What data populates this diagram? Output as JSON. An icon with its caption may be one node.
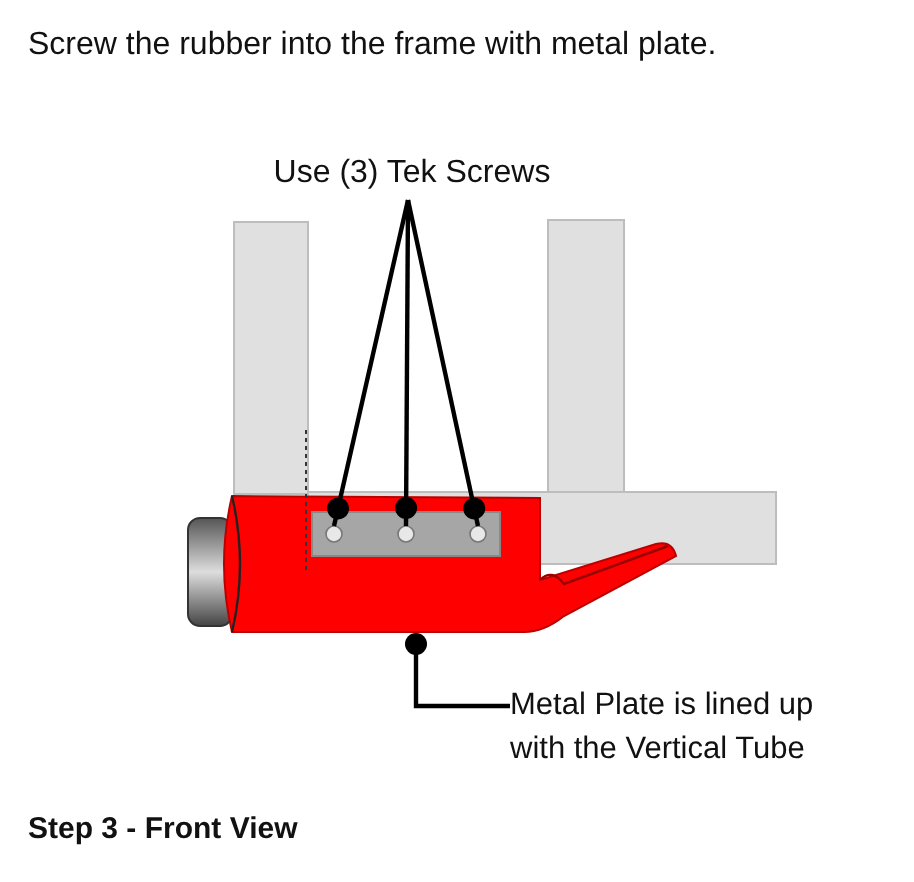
{
  "diagram": {
    "title": "Screw the rubber into the frame with metal plate.",
    "caption": "Step 3 - Front View",
    "nodes": [
      {
        "text": [
          "Use (3) Tek Screws"
        ]
      },
      {
        "text": [],
        "shape": "circle"
      },
      {
        "text": [],
        "shape": "circle"
      },
      {
        "text": [],
        "shape": "circle"
      },
      {
        "text": [
          "Metal Plate is lined up with the Vertical Tube"
        ]
      }
    ],
    "edges": [
      {
        "from": 0,
        "to": 1,
        "arrow": "other"
      },
      {
        "from": 0,
        "to": 2,
        "arrow": "other"
      },
      {
        "from": 0,
        "to": 3,
        "arrow": "other"
      },
      {
        "from": 4,
        "to": null,
        "arrow": "other"
      }
    ]
  }
}
